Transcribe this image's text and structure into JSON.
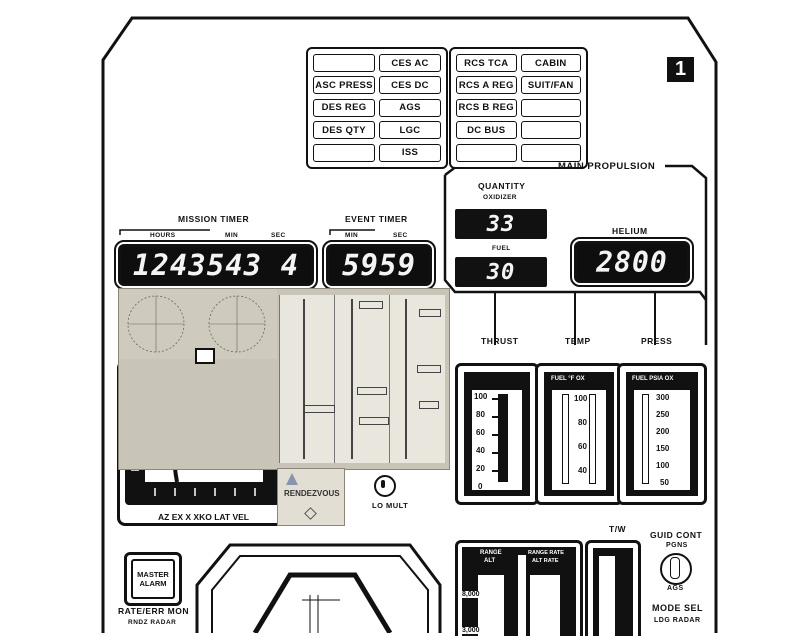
{
  "panel": {
    "number": "1"
  },
  "caution_left": {
    "lamps": [
      "",
      "CES AC",
      "ASC PRESS",
      "CES DC",
      "DES REG",
      "AGS",
      "DES QTY",
      "LGC",
      "",
      "ISS"
    ]
  },
  "caution_right": {
    "lamps": [
      "RCS TCA",
      "CABIN",
      "RCS A REG",
      "SUIT/FAN",
      "RCS B REG",
      "",
      "DC BUS",
      "",
      "",
      ""
    ]
  },
  "mission_timer": {
    "title": "MISSION TIMER",
    "hours_label": "HOURS",
    "min_label": "MIN",
    "sec_label": "SEC",
    "digits": "1243543 4"
  },
  "event_timer": {
    "title": "EVENT TIMER",
    "min_label": "MIN",
    "sec_label": "SEC",
    "digits": "5959"
  },
  "main_propulsion": {
    "title": "MAIN PROPULSION",
    "quantity_label": "QUANTITY",
    "oxidizer_label": "OXIDIZER",
    "oxidizer_value": "33",
    "fuel_label": "FUEL",
    "fuel_value": "30",
    "helium_label": "HELIUM",
    "helium_value": "2800"
  },
  "gauges": {
    "thrust": {
      "label": "THRUST",
      "values": [
        "100",
        "80",
        "60",
        "40",
        "20",
        "0"
      ]
    },
    "temp": {
      "label": "TEMP",
      "header": "FUEL °F OX",
      "values": [
        "100",
        "80",
        "60",
        "40"
      ]
    },
    "press": {
      "label": "PRESS",
      "header": "FUEL PSIA OX",
      "values": [
        "300",
        "250",
        "200",
        "150",
        "100",
        "50"
      ]
    }
  },
  "cross_pointer": {
    "labels": "AZ EX X XKO LAT VEL"
  },
  "lo_mult": "LO MULT",
  "checklist_card": {
    "title": "RENDEZVOUS"
  },
  "master_alarm": {
    "line1": "MASTER",
    "line2": "ALARM"
  },
  "rate_err": {
    "line1": "RATE/ERR MON",
    "line2": "RNDZ RADAR"
  },
  "tw": {
    "label": "T/W"
  },
  "guid_cont": {
    "label": "GUID CONT",
    "pos1": "PGNS",
    "pos2": "AGS"
  },
  "mode_sel": {
    "label": "MODE SEL",
    "pos1": "LDG RADAR"
  },
  "range": {
    "label1": "RANGE",
    "label2": "ALT",
    "label3": "RANGE RATE",
    "label4": "ALT RATE",
    "scale1": "8,000",
    "scale2": "3,000"
  }
}
